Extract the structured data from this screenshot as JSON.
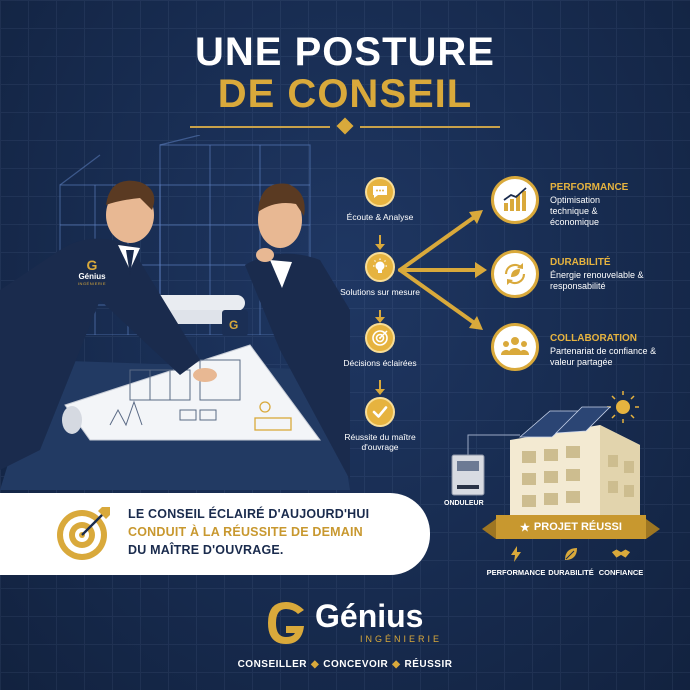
{
  "title": {
    "line1": "UNE POSTURE",
    "line2": "DE CONSEIL"
  },
  "colors": {
    "gold": "#d9a93b",
    "navy": "#16284a",
    "white": "#ffffff"
  },
  "brand_badge": {
    "name": "Génius",
    "sub": "INGÉNIERIE"
  },
  "steps": [
    {
      "icon": "speech-bubble-icon",
      "label": "Écoute & Analyse"
    },
    {
      "icon": "lightbulb-icon",
      "label": "Solutions sur mesure"
    },
    {
      "icon": "target-icon",
      "label": "Décisions éclairées"
    },
    {
      "icon": "checkmark-icon",
      "label": "Réussite du maître d'ouvrage"
    }
  ],
  "benefits": [
    {
      "icon": "growth-chart-icon",
      "title": "PERFORMANCE",
      "desc": "Optimisation technique & économique"
    },
    {
      "icon": "leaf-cycle-icon",
      "title": "DURABILITÉ",
      "desc": "Énergie renouvelable & responsabilité"
    },
    {
      "icon": "team-icon",
      "title": "COLLABORATION",
      "desc": "Partenariat de confiance & valeur partagée"
    }
  ],
  "banner": {
    "line1": "LE CONSEIL ÉCLAIRÉ D'AUJOURD'HUI",
    "line2": "CONDUIT À LA RÉUSSITE DE DEMAIN",
    "line3": "DU MAÎTRE D'OUVRAGE."
  },
  "project": {
    "inverter_label": "ONDULEUR",
    "ribbon": "PROJET RÉUSSI",
    "pillars": [
      "PERFORMANCE",
      "DURABILITÉ",
      "CONFIANCE"
    ]
  },
  "footer": {
    "brand": "Génius",
    "sub": "INGÉNIERIE",
    "tagline": [
      "CONSEILLER",
      "CONCEVOIR",
      "RÉUSSIR"
    ]
  }
}
